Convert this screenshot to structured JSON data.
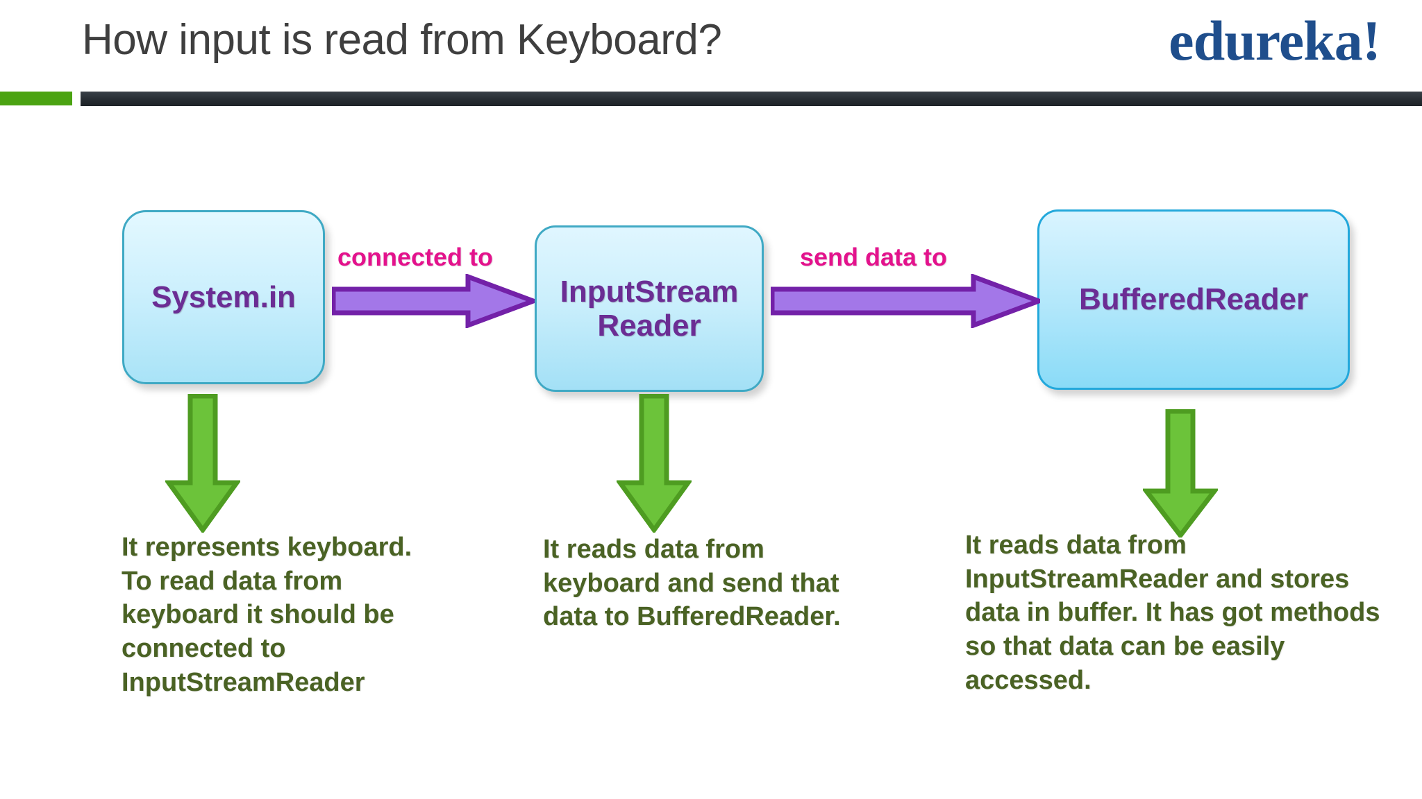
{
  "header": {
    "title": "How input is read from Keyboard?",
    "logo": "edureka!",
    "logo_color": "#1f4e8c",
    "rule_green_color": "#4ba312",
    "rule_dark_color": "#2a3036"
  },
  "diagram": {
    "type": "flow",
    "node_text_color": "#6b2d94",
    "node_border_color": "#3fa9c4",
    "arrow_fill_color": "#a377e8",
    "arrow_stroke_color": "#7321a8",
    "connector_label_color": "#e3128c",
    "down_arrow_fill_color": "#6cc githubb",
    "down_arrow_color": "#6cc33a",
    "down_arrow_stroke_color": "#4e9c21",
    "description_color": "#4a6224",
    "nodes": [
      {
        "id": "system-in",
        "label": "System.in"
      },
      {
        "id": "inputstreamreader",
        "label": "InputStream\nReader"
      },
      {
        "id": "bufferedreader",
        "label": "BufferedReader"
      }
    ],
    "connectors": [
      {
        "id": "sysin-to-isr",
        "label": "connected to",
        "from": "system-in",
        "to": "inputstreamreader"
      },
      {
        "id": "isr-to-br",
        "label": "send data to",
        "from": "inputstreamreader",
        "to": "bufferedreader"
      }
    ],
    "descriptions": [
      {
        "id": "system-in",
        "text": "It represents keyboard. To read data from keyboard it should be connected to InputStreamReader"
      },
      {
        "id": "inputstreamreader",
        "text": "It reads data from keyboard and send that data to BufferedReader."
      },
      {
        "id": "bufferedreader",
        "text": "It reads data from InputStreamReader and stores data in buffer. It has got methods so that data can be easily accessed."
      }
    ]
  }
}
